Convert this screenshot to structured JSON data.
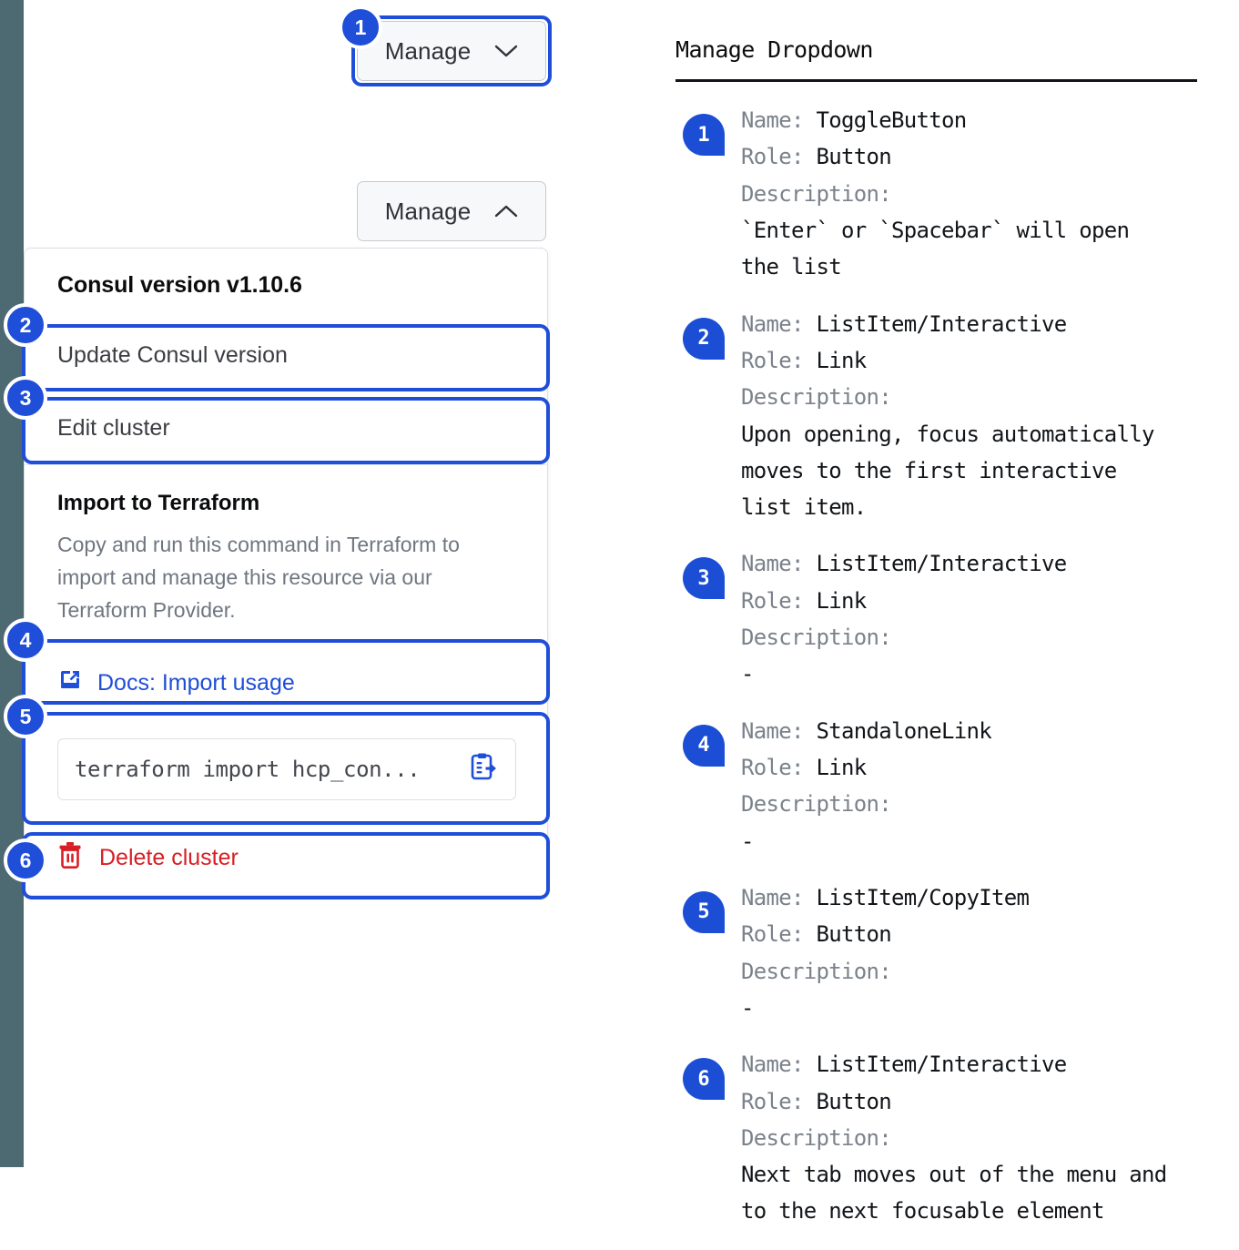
{
  "rail": {
    "color": "#4d6a72"
  },
  "accent": {
    "blue": "#1f4ed8",
    "red": "#d81e24",
    "link": "#1f4ed8"
  },
  "left": {
    "toggle_collapsed": {
      "label": "Manage",
      "caret": "chevron-down-icon"
    },
    "toggle_expanded": {
      "label": "Manage",
      "caret": "chevron-up-icon"
    },
    "dropdown": {
      "header": "Consul version v1.10.6",
      "items": [
        {
          "label": "Update Consul version"
        },
        {
          "label": "Edit cluster"
        }
      ],
      "section": {
        "title": "Import to Terraform",
        "body": "Copy and run this command in Terraform to import and manage this resource via our Terraform Provider.",
        "docs_link": "Docs: Import usage",
        "docs_icon": "docs-external-link-icon",
        "copy_command": "terraform import hcp_con...",
        "copy_icon": "copy-to-clipboard-icon"
      },
      "danger": {
        "label": "Delete cluster",
        "icon": "trash-icon"
      }
    },
    "badges": [
      "1",
      "2",
      "3",
      "4",
      "5",
      "6"
    ]
  },
  "right": {
    "title": "Manage Dropdown",
    "labels": {
      "name": "Name:",
      "role": "Role:",
      "description": "Description:"
    },
    "entries": [
      {
        "num": "1",
        "name": "ToggleButton",
        "role": "Button",
        "description": "`Enter` or `Spacebar` will open\nthe list"
      },
      {
        "num": "2",
        "name": "ListItem/Interactive",
        "role": "Link",
        "description": "Upon opening, focus automatically\nmoves to the first interactive\nlist item."
      },
      {
        "num": "3",
        "name": "ListItem/Interactive",
        "role": "Link",
        "description": "-"
      },
      {
        "num": "4",
        "name": "StandaloneLink",
        "role": "Link",
        "description": "-"
      },
      {
        "num": "5",
        "name": "ListItem/CopyItem",
        "role": "Button",
        "description": "-"
      },
      {
        "num": "6",
        "name": "ListItem/Interactive",
        "role": "Button",
        "description": "Next tab moves out of the menu and\nto the next focusable element"
      }
    ]
  }
}
